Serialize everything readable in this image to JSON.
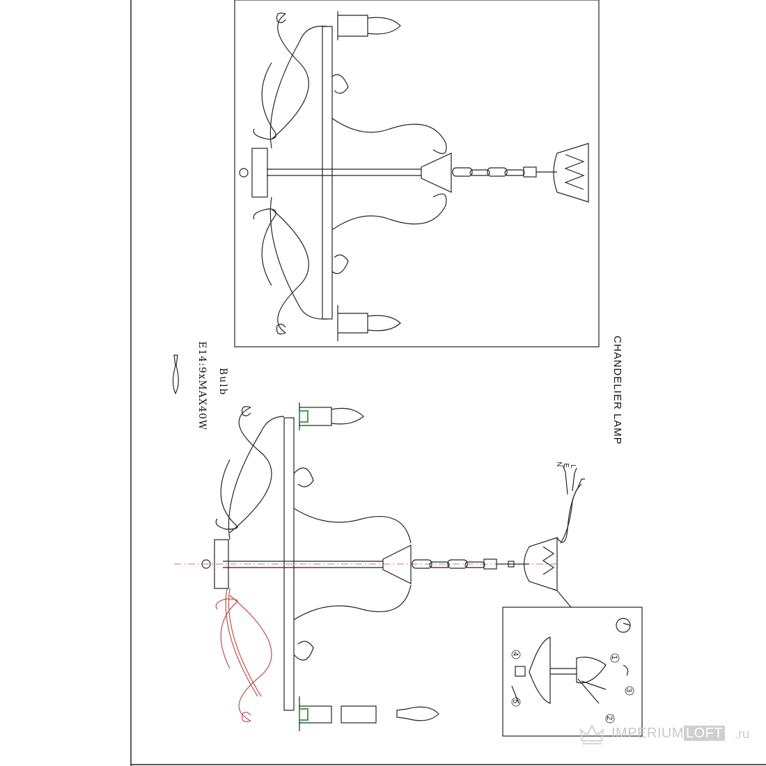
{
  "diagram": {
    "title": "CHANDELIER LAMP",
    "bulb_label": "Bulb",
    "bulb_spec": "E14:9xMAX40W",
    "wires": {
      "l": "L",
      "e": "E",
      "n": "N"
    },
    "steps": [
      "1",
      "2",
      "3",
      "4",
      "5"
    ]
  },
  "watermark": {
    "brand_prefix": "IMPERIUM",
    "brand_highlight": "LOFT",
    "suffix": ".ru"
  },
  "colors": {
    "line": "#222222",
    "wire_red": "#c0504d",
    "dash_red": "#d04040",
    "socket_green": "#3aa545",
    "watermark": "#c9c9c9"
  }
}
